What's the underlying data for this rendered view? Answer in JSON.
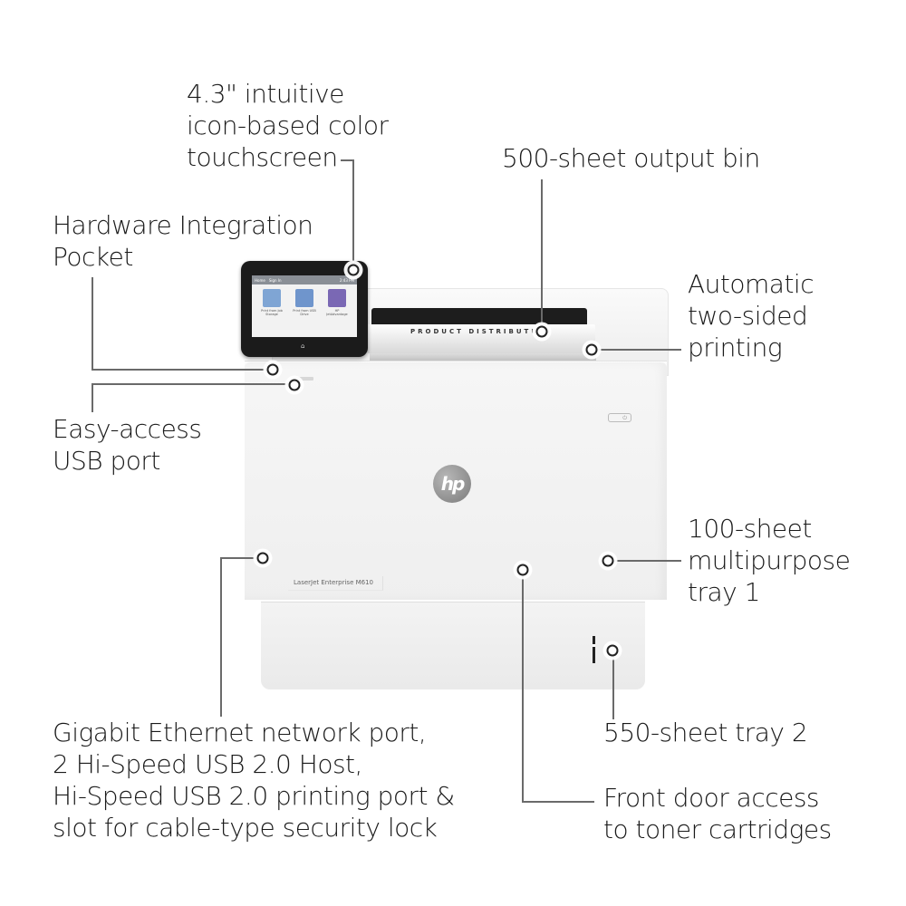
{
  "product": {
    "model_label": "LaserJet Enterprise M610",
    "brand_logo": "hp",
    "power_icon": "⏻"
  },
  "touchscreen": {
    "header_left": [
      "Home",
      "Sign In"
    ],
    "time": "2:43 PM",
    "tiles": [
      {
        "label": "Print from Job Storage",
        "color": "#7fa5d4"
      },
      {
        "label": "Print from USB Drive",
        "color": "#6f95cc"
      },
      {
        "label": "HP JetAdvantage",
        "color": "#7a68b4"
      }
    ],
    "home_icon": "⌂"
  },
  "paper": {
    "text": "PRODUCT DISTRIBUTUIO"
  },
  "callouts": [
    {
      "id": "touchscreen",
      "lines": [
        "4.3\" intuitive",
        "icon-based color",
        "touchscreen"
      ]
    },
    {
      "id": "output-bin",
      "lines": [
        "500-sheet output bin"
      ]
    },
    {
      "id": "hip",
      "lines": [
        "Hardware Integration",
        "Pocket"
      ]
    },
    {
      "id": "duplex",
      "lines": [
        "Automatic",
        "two-sided",
        "printing"
      ]
    },
    {
      "id": "usb",
      "lines": [
        "Easy-access",
        "USB port"
      ]
    },
    {
      "id": "tray1",
      "lines": [
        "100-sheet",
        "multipurpose",
        "tray 1"
      ]
    },
    {
      "id": "ports",
      "lines": [
        "Gigabit Ethernet network port,",
        "2 Hi-Speed USB 2.0 Host,",
        "Hi-Speed USB 2.0 printing port &",
        "slot for cable-type security lock"
      ]
    },
    {
      "id": "tray2",
      "lines": [
        "550-sheet tray 2"
      ]
    },
    {
      "id": "front-door",
      "lines": [
        "Front door access",
        "to toner cartridges"
      ]
    }
  ],
  "colors": {
    "line": "#6a6a6a",
    "text": "#1a1a1a"
  }
}
